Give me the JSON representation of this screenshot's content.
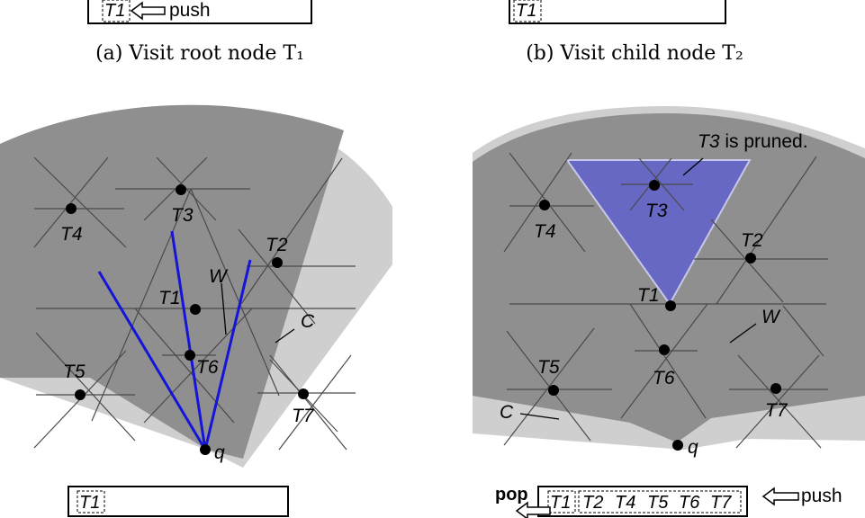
{
  "top": {
    "a": {
      "stack_label": "T1",
      "push_label": "push",
      "caption": "(a) Visit root node T₁"
    },
    "b": {
      "stack_label": "T1",
      "caption": "(b) Visit child node T₂"
    }
  },
  "left_panel": {
    "nodes": [
      "T1",
      "T2",
      "T3",
      "T4",
      "T5",
      "T6",
      "T7"
    ],
    "query_label": "q",
    "region_w": "W",
    "region_c": "C",
    "stack": [
      "T1"
    ]
  },
  "right_panel": {
    "nodes": [
      "T1",
      "T2",
      "T3",
      "T4",
      "T5",
      "T6",
      "T7"
    ],
    "query_label": "q",
    "region_w": "W",
    "region_c": "C",
    "pruned_note_node": "T3",
    "pruned_note_text": " is pruned.",
    "pop_label": "pop",
    "push_label": "push",
    "stack_pop": "T1",
    "stack_items": [
      "T2",
      "T4",
      "T5",
      "T6",
      "T7"
    ]
  },
  "colors": {
    "dark_region": "#8f8f8f",
    "light_region": "#cfcfcf",
    "pruned_region": "#6767c4",
    "query_rays": "#1515d8",
    "grid_lines": "#4a4a4a"
  }
}
